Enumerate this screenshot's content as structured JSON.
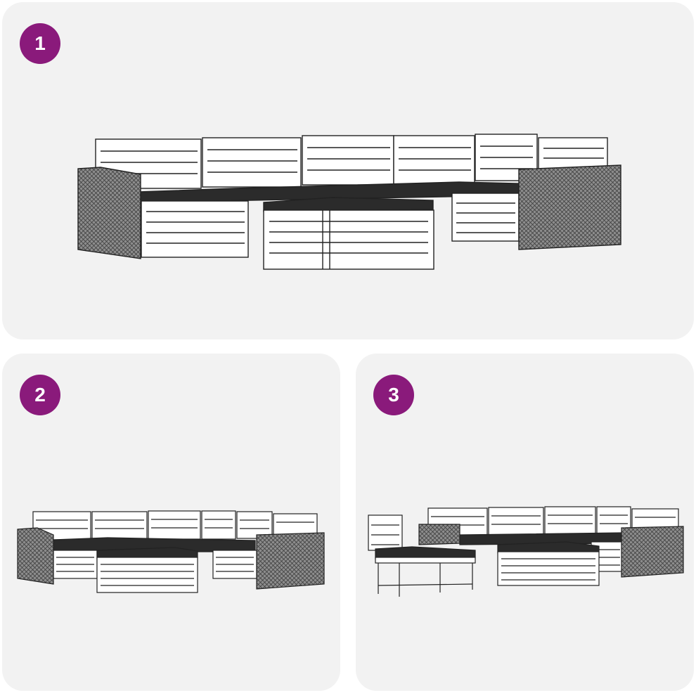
{
  "panels": [
    {
      "id": "1",
      "badge": "1",
      "scene": "assembled-set-front"
    },
    {
      "id": "2",
      "badge": "2",
      "scene": "assembled-set-compact"
    },
    {
      "id": "3",
      "badge": "3",
      "scene": "rearranged-set-with-separate-chair"
    }
  ],
  "colors": {
    "panel_bg": "#f2f2f2",
    "badge_bg": "#8a1a7b",
    "badge_text": "#ffffff",
    "wood_line": "#222222",
    "rattan": "#7a7a7a",
    "cushion_top": "#2b2b2b"
  }
}
